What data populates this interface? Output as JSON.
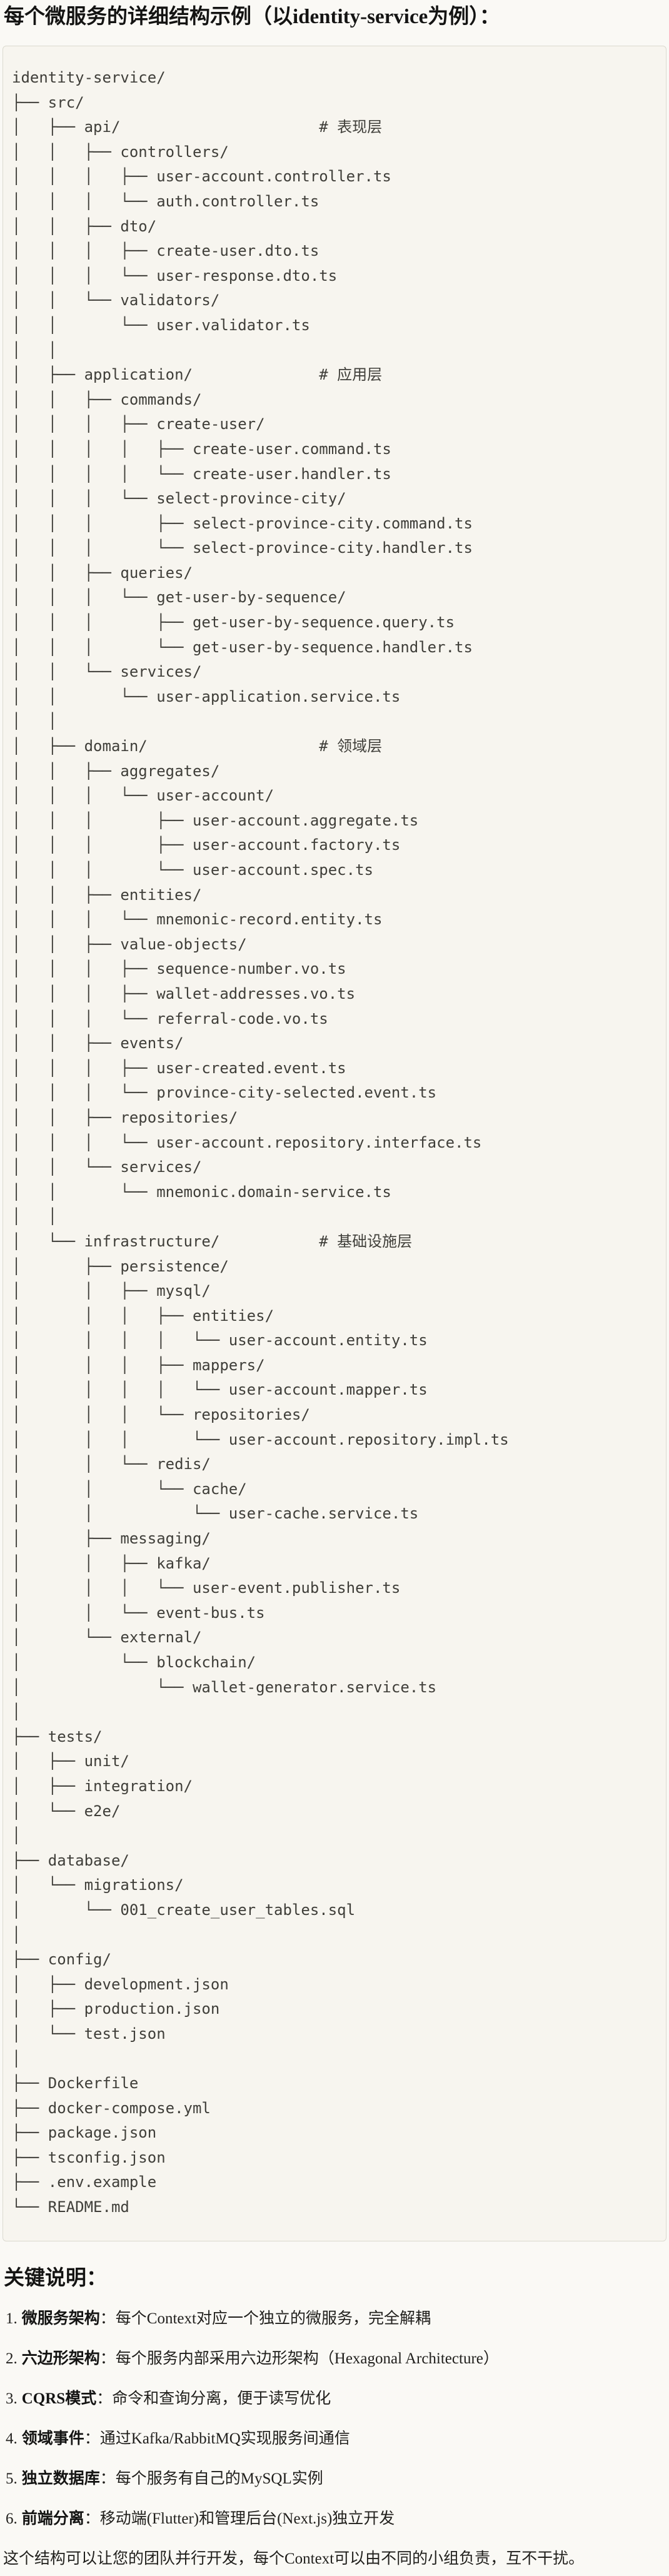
{
  "title": "每个微服务的详细结构示例（以identity-service为例）：",
  "tree": {
    "lines": [
      "identity-service/",
      "├── src/",
      "│   ├── api/                      # 表现层",
      "│   │   ├── controllers/",
      "│   │   │   ├── user-account.controller.ts",
      "│   │   │   └── auth.controller.ts",
      "│   │   ├── dto/",
      "│   │   │   ├── create-user.dto.ts",
      "│   │   │   └── user-response.dto.ts",
      "│   │   └── validators/",
      "│   │       └── user.validator.ts",
      "│   │",
      "│   ├── application/              # 应用层",
      "│   │   ├── commands/",
      "│   │   │   ├── create-user/",
      "│   │   │   │   ├── create-user.command.ts",
      "│   │   │   │   └── create-user.handler.ts",
      "│   │   │   └── select-province-city/",
      "│   │   │       ├── select-province-city.command.ts",
      "│   │   │       └── select-province-city.handler.ts",
      "│   │   ├── queries/",
      "│   │   │   └── get-user-by-sequence/",
      "│   │   │       ├── get-user-by-sequence.query.ts",
      "│   │   │       └── get-user-by-sequence.handler.ts",
      "│   │   └── services/",
      "│   │       └── user-application.service.ts",
      "│   │",
      "│   ├── domain/                   # 领域层",
      "│   │   ├── aggregates/",
      "│   │   │   └── user-account/",
      "│   │   │       ├── user-account.aggregate.ts",
      "│   │   │       ├── user-account.factory.ts",
      "│   │   │       └── user-account.spec.ts",
      "│   │   ├── entities/",
      "│   │   │   └── mnemonic-record.entity.ts",
      "│   │   ├── value-objects/",
      "│   │   │   ├── sequence-number.vo.ts",
      "│   │   │   ├── wallet-addresses.vo.ts",
      "│   │   │   └── referral-code.vo.ts",
      "│   │   ├── events/",
      "│   │   │   ├── user-created.event.ts",
      "│   │   │   └── province-city-selected.event.ts",
      "│   │   ├── repositories/",
      "│   │   │   └── user-account.repository.interface.ts",
      "│   │   └── services/",
      "│   │       └── mnemonic.domain-service.ts",
      "│   │",
      "│   └── infrastructure/           # 基础设施层",
      "│       ├── persistence/",
      "│       │   ├── mysql/",
      "│       │   │   ├── entities/",
      "│       │   │   │   └── user-account.entity.ts",
      "│       │   │   ├── mappers/",
      "│       │   │   │   └── user-account.mapper.ts",
      "│       │   │   └── repositories/",
      "│       │   │       └── user-account.repository.impl.ts",
      "│       │   └── redis/",
      "│       │       └── cache/",
      "│       │           └── user-cache.service.ts",
      "│       ├── messaging/",
      "│       │   ├── kafka/",
      "│       │   │   └── user-event.publisher.ts",
      "│       │   └── event-bus.ts",
      "│       └── external/",
      "│           └── blockchain/",
      "│               └── wallet-generator.service.ts",
      "│",
      "├── tests/",
      "│   ├── unit/",
      "│   ├── integration/",
      "│   └── e2e/",
      "│",
      "├── database/",
      "│   └── migrations/",
      "│       └── 001_create_user_tables.sql",
      "│",
      "├── config/",
      "│   ├── development.json",
      "│   ├── production.json",
      "│   └── test.json",
      "│",
      "├── Dockerfile",
      "├── docker-compose.yml",
      "├── package.json",
      "├── tsconfig.json",
      "├── .env.example",
      "└── README.md"
    ]
  },
  "notes": {
    "heading": "关键说明：",
    "colon": "：",
    "items": [
      {
        "num": "1.",
        "term": "微服务架构",
        "desc": "每个Context对应一个独立的微服务，完全解耦"
      },
      {
        "num": "2.",
        "term": "六边形架构",
        "desc": "每个服务内部采用六边形架构（Hexagonal Architecture）"
      },
      {
        "num": "3.",
        "term": "CQRS模式",
        "desc": "命令和查询分离，便于读写优化"
      },
      {
        "num": "4.",
        "term": "领域事件",
        "desc": "通过Kafka/RabbitMQ实现服务间通信"
      },
      {
        "num": "5.",
        "term": "独立数据库",
        "desc": "每个服务有自己的MySQL实例"
      },
      {
        "num": "6.",
        "term": "前端分离",
        "desc": "移动端(Flutter)和管理后台(Next.js)独立开发"
      }
    ],
    "footer": "这个结构可以让您的团队并行开发，每个Context可以由不同的小组负责，互不干扰。"
  },
  "colors": {
    "page_bg": "#FAF9F5",
    "code_bg": "#F7F5EF",
    "code_border": "#DBD9CF",
    "code_text": "#3F3E39",
    "heading_text": "#141413",
    "body_text": "#201F1C"
  }
}
